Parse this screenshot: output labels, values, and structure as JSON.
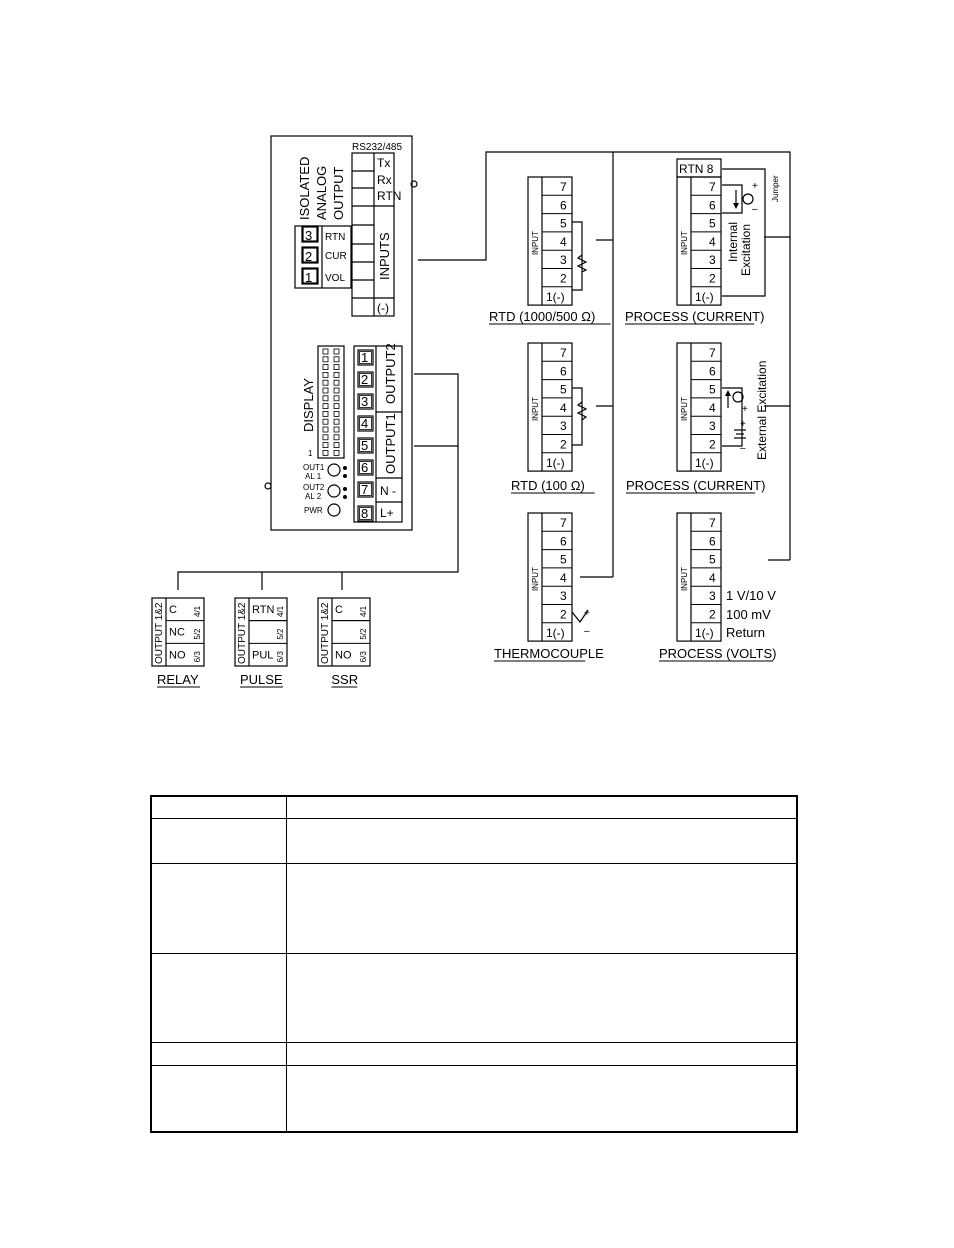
{
  "main_unit": {
    "comm_label": "RS232/485",
    "comm_terminals": [
      "Tx",
      "Rx",
      "RTN"
    ],
    "analog_label_lines": [
      "ISOLATED",
      "ANALOG",
      "OUTPUT"
    ],
    "analog_terminals": [
      {
        "num": "3",
        "label": "RTN"
      },
      {
        "num": "2",
        "label": "CUR"
      },
      {
        "num": "1",
        "label": "VOL"
      }
    ],
    "inputs_label": "INPUTS",
    "inputs_minus": "(-)",
    "display_label": "DISPLAY",
    "display_pin_label": "1",
    "output_terminals": [
      "1",
      "2",
      "3",
      "4",
      "5",
      "6",
      "7",
      "8"
    ],
    "output2_label": "OUTPUT2",
    "output1_label": "OUTPUT1",
    "power_labels": [
      "N -",
      "L+"
    ],
    "led_labels": [
      {
        "line1": "OUT1",
        "line2": "AL 1"
      },
      {
        "line1": "OUT2",
        "line2": "AL 2"
      },
      {
        "line1": "PWR",
        "line2": ""
      }
    ]
  },
  "input_side_label": "INPUT",
  "input_blocks": [
    {
      "id": "rtd-1000-500",
      "title": "RTD (1000/500 Ω)",
      "rows": [
        "7",
        "6",
        "5",
        "4",
        "3",
        "2",
        "1(-)"
      ]
    },
    {
      "id": "process-current-internal",
      "title": "PROCESS (CURRENT)",
      "rows": [
        "7",
        "6",
        "5",
        "4",
        "3",
        "2",
        "1(-)"
      ],
      "extra_row": "RTN  8",
      "notes": [
        "Internal",
        "Excitation",
        "Jumper",
        "+",
        "–"
      ]
    },
    {
      "id": "rtd-100",
      "title": "RTD (100 Ω)",
      "rows": [
        "7",
        "6",
        "5",
        "4",
        "3",
        "2",
        "1(-)"
      ]
    },
    {
      "id": "process-current-external",
      "title": "PROCESS (CURRENT)",
      "rows": [
        "7",
        "6",
        "5",
        "4",
        "3",
        "2",
        "1(-)"
      ],
      "notes": [
        "External Excitation",
        "+",
        "+",
        "–"
      ]
    },
    {
      "id": "thermocouple",
      "title": "THERMOCOUPLE",
      "rows": [
        "7",
        "6",
        "5",
        "4",
        "3",
        "2",
        "1(-)"
      ],
      "notes": [
        "+",
        "–"
      ]
    },
    {
      "id": "process-volts",
      "title": "PROCESS (VOLTS)",
      "rows": [
        "7",
        "6",
        "5",
        "4",
        "3",
        "2",
        "1(-)"
      ],
      "notes": [
        "1 V/10 V",
        "100 mV",
        "Return"
      ]
    }
  ],
  "output_blocks": [
    {
      "id": "relay",
      "title": "RELAY",
      "side": "OUTPUT 1&2",
      "rows": [
        "C",
        "NC",
        "NO"
      ],
      "pins": [
        "4/1",
        "5/2",
        "6/3"
      ]
    },
    {
      "id": "pulse",
      "title": "PULSE",
      "side": "OUTPUT 1&2",
      "rows": [
        "RTN",
        "",
        "PUL"
      ],
      "pins": [
        "4/1",
        "5/2",
        "6/3"
      ]
    },
    {
      "id": "ssr",
      "title": "SSR",
      "side": "OUTPUT 1&2",
      "rows": [
        "C",
        "",
        "NO"
      ],
      "pins": [
        "4/1",
        "5/2",
        "6/3"
      ]
    }
  ]
}
